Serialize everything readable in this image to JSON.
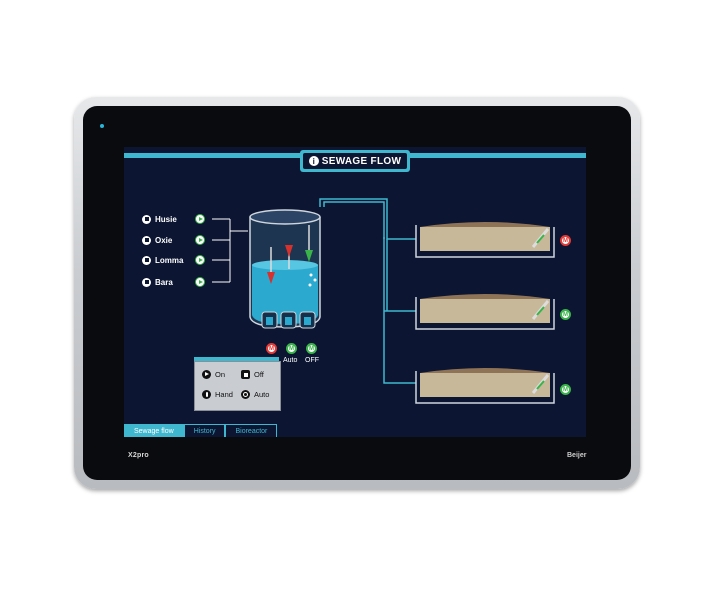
{
  "device": {
    "brand": "X2pro",
    "maker": "Beijer"
  },
  "header": {
    "title": "SEWAGE FLOW",
    "info_icon": "i"
  },
  "sources": [
    {
      "label": "Husie"
    },
    {
      "label": "Oxie"
    },
    {
      "label": "Lomma"
    },
    {
      "label": "Bara"
    }
  ],
  "tank_modes": {
    "m_label": "M",
    "auto_label": "Auto",
    "off_label": "OFF"
  },
  "control_panel": {
    "on": "On",
    "off": "Off",
    "hand": "Hand",
    "auto": "Auto"
  },
  "basin_badges": [
    "M",
    "M",
    "M"
  ],
  "tabs": [
    {
      "label": "Sewage flow",
      "active": true
    },
    {
      "label": "History",
      "active": false
    },
    {
      "label": "Bioreactor",
      "active": false
    }
  ],
  "colors": {
    "accent": "#3fb8cf",
    "screen_bg": "#0c1532",
    "alarm": "#e53935",
    "ok": "#38b449",
    "water": "#2ba9cf"
  }
}
